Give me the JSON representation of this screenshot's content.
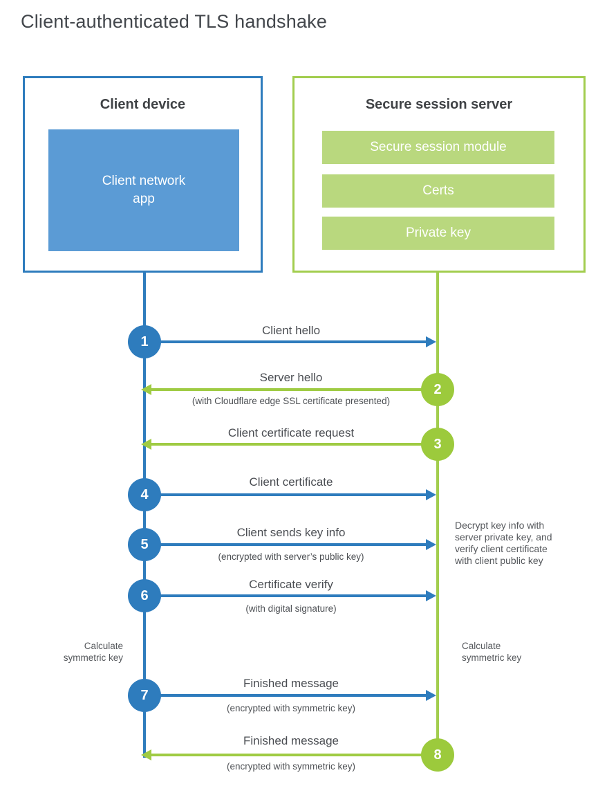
{
  "title": "Client-authenticated TLS handshake",
  "colors": {
    "blue_accent": "#2e7cbd",
    "blue_fill": "#5b9bd5",
    "green_accent": "#9cca3c",
    "green_border": "#a2cd4e",
    "green_fill": "#b9d87e"
  },
  "client": {
    "title": "Client device",
    "app_label": "Client network\napp"
  },
  "server": {
    "title": "Secure session server",
    "modules": [
      "Secure session module",
      "Certs",
      "Private key"
    ]
  },
  "messages": [
    {
      "step": "1",
      "from": "client",
      "direction": "right",
      "label": "Client hello",
      "sublabel": ""
    },
    {
      "step": "2",
      "from": "server",
      "direction": "left",
      "label": "Server hello",
      "sublabel": "(with Cloudflare edge SSL certificate presented)"
    },
    {
      "step": "3",
      "from": "server",
      "direction": "left",
      "label": "Client certificate request",
      "sublabel": ""
    },
    {
      "step": "4",
      "from": "client",
      "direction": "right",
      "label": "Client certificate",
      "sublabel": ""
    },
    {
      "step": "5",
      "from": "client",
      "direction": "right",
      "label": "Client sends key info",
      "sublabel": "(encrypted with server’s public key)"
    },
    {
      "step": "6",
      "from": "client",
      "direction": "right",
      "label": "Certificate verify",
      "sublabel": "(with digital signature)"
    },
    {
      "step": "7",
      "from": "client",
      "direction": "right",
      "label": "Finished message",
      "sublabel": "(encrypted with symmetric key)"
    },
    {
      "step": "8",
      "from": "server",
      "direction": "left",
      "label": "Finished message",
      "sublabel": "(encrypted with symmetric key)"
    }
  ],
  "notes": {
    "decrypt": "Decrypt key info with\nserver private key, and\nverify client certificate\nwith client public key",
    "calc_left": "Calculate\nsymmetric key",
    "calc_right": "Calculate\nsymmetric key"
  }
}
